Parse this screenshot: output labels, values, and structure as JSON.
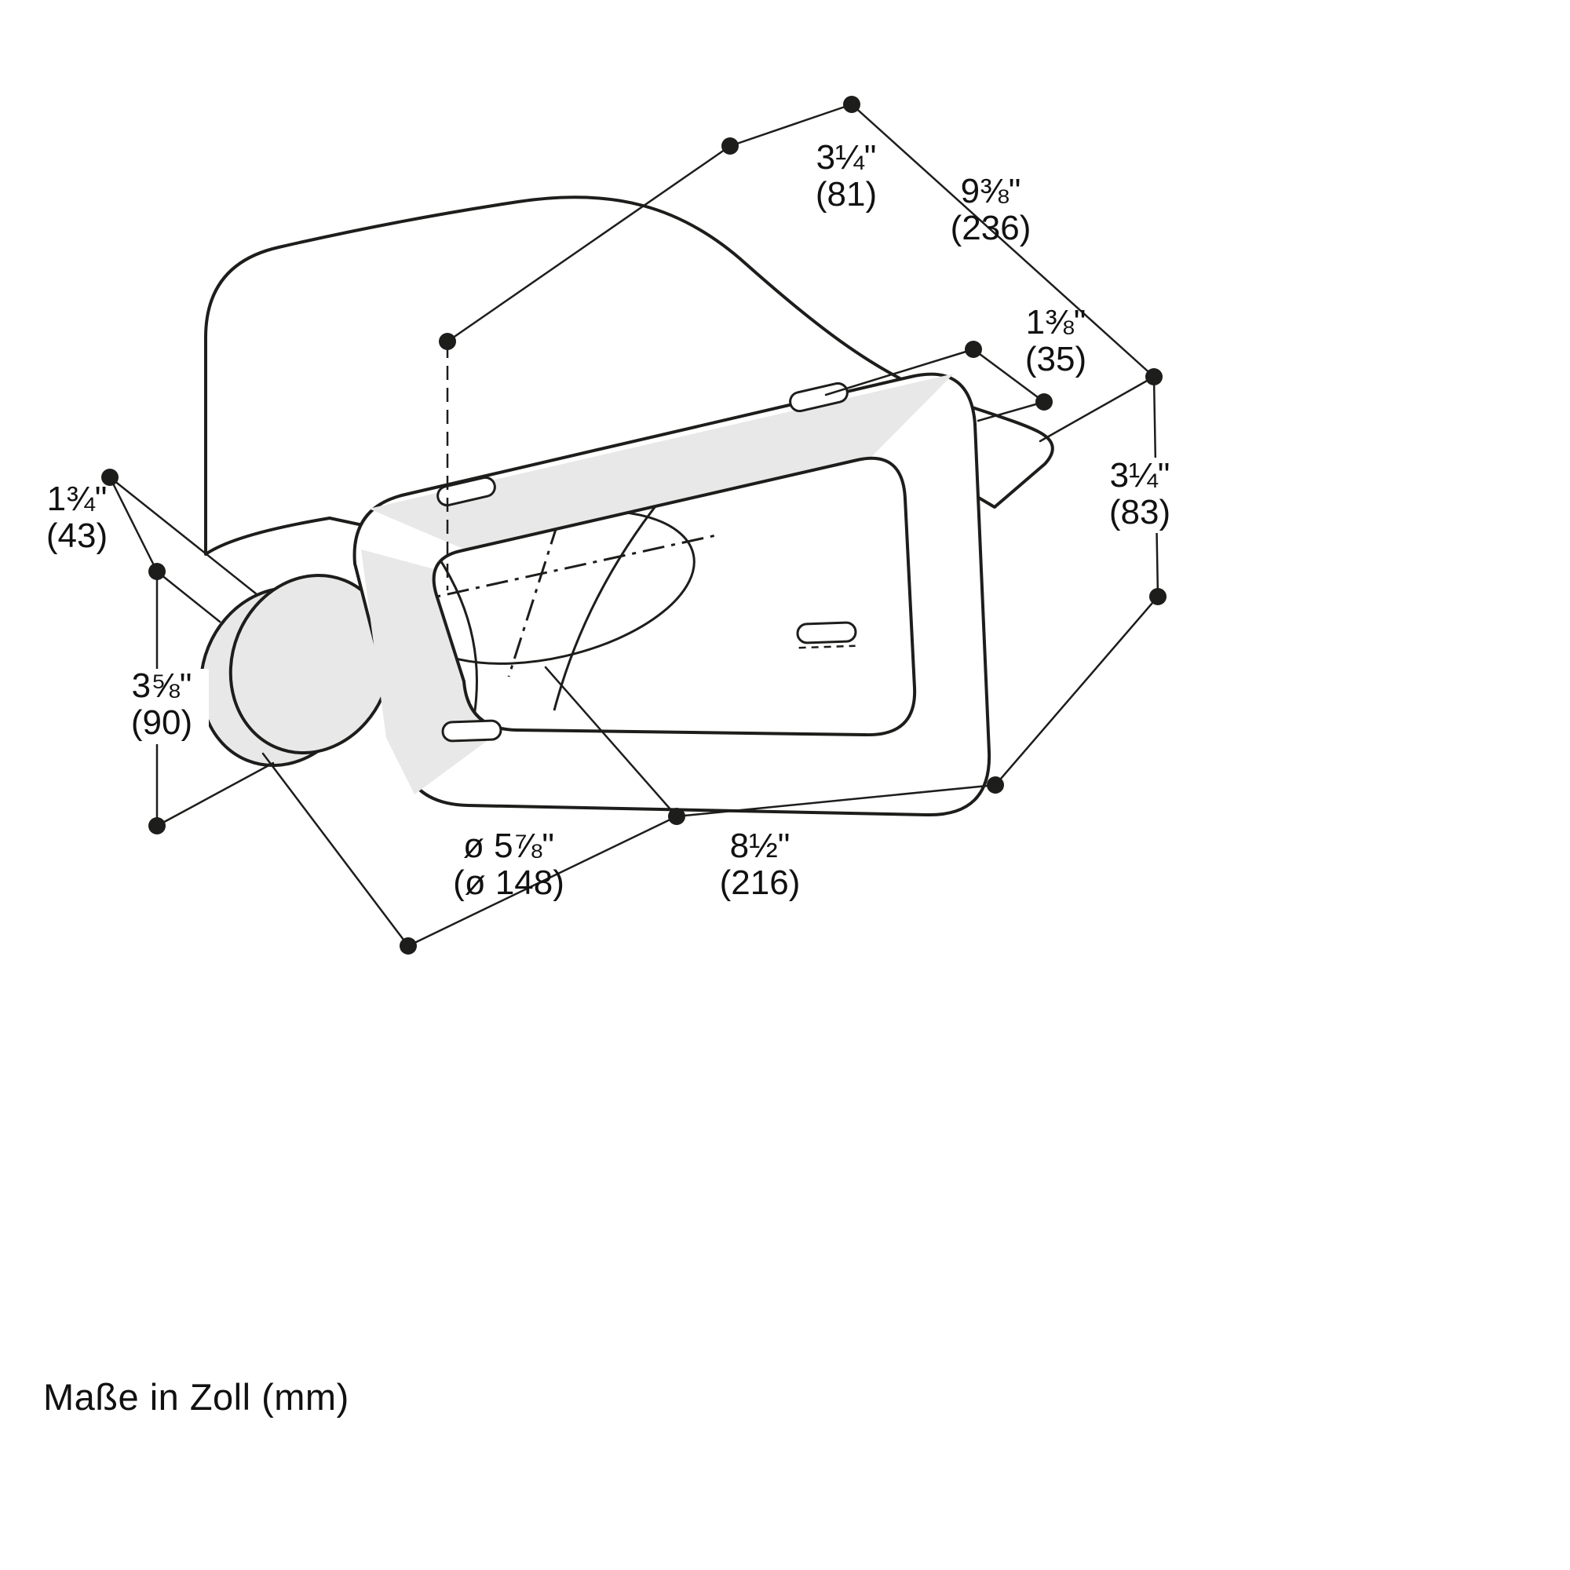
{
  "caption": "Maße in Zoll (mm)",
  "colors": {
    "line": "#1d1d1b",
    "shade": "#e8e8e8",
    "background": "#ffffff"
  },
  "drawing": {
    "subject": "flat-duct-adapter-with-round-connector",
    "style": "isometric-technical-dimension-drawing"
  },
  "dims": [
    {
      "name": "slot-to-center-top",
      "inch": "3¼\"",
      "mm": "(81)"
    },
    {
      "name": "top-length",
      "inch": "9⅜\"",
      "mm": "(236)"
    },
    {
      "name": "slot-to-edge",
      "inch": "1⅜\"",
      "mm": "(35)"
    },
    {
      "name": "right-height",
      "inch": "3¼\"",
      "mm": "(83)"
    },
    {
      "name": "collar-offset",
      "inch": "1¾\"",
      "mm": "(43)"
    },
    {
      "name": "collar-height",
      "inch": "3⅝\"",
      "mm": "(90)"
    },
    {
      "name": "duct-diameter",
      "inch": "ø 5⅞\"",
      "mm": "(ø 148)"
    },
    {
      "name": "bottom-width",
      "inch": "8½\"",
      "mm": "(216)"
    }
  ]
}
